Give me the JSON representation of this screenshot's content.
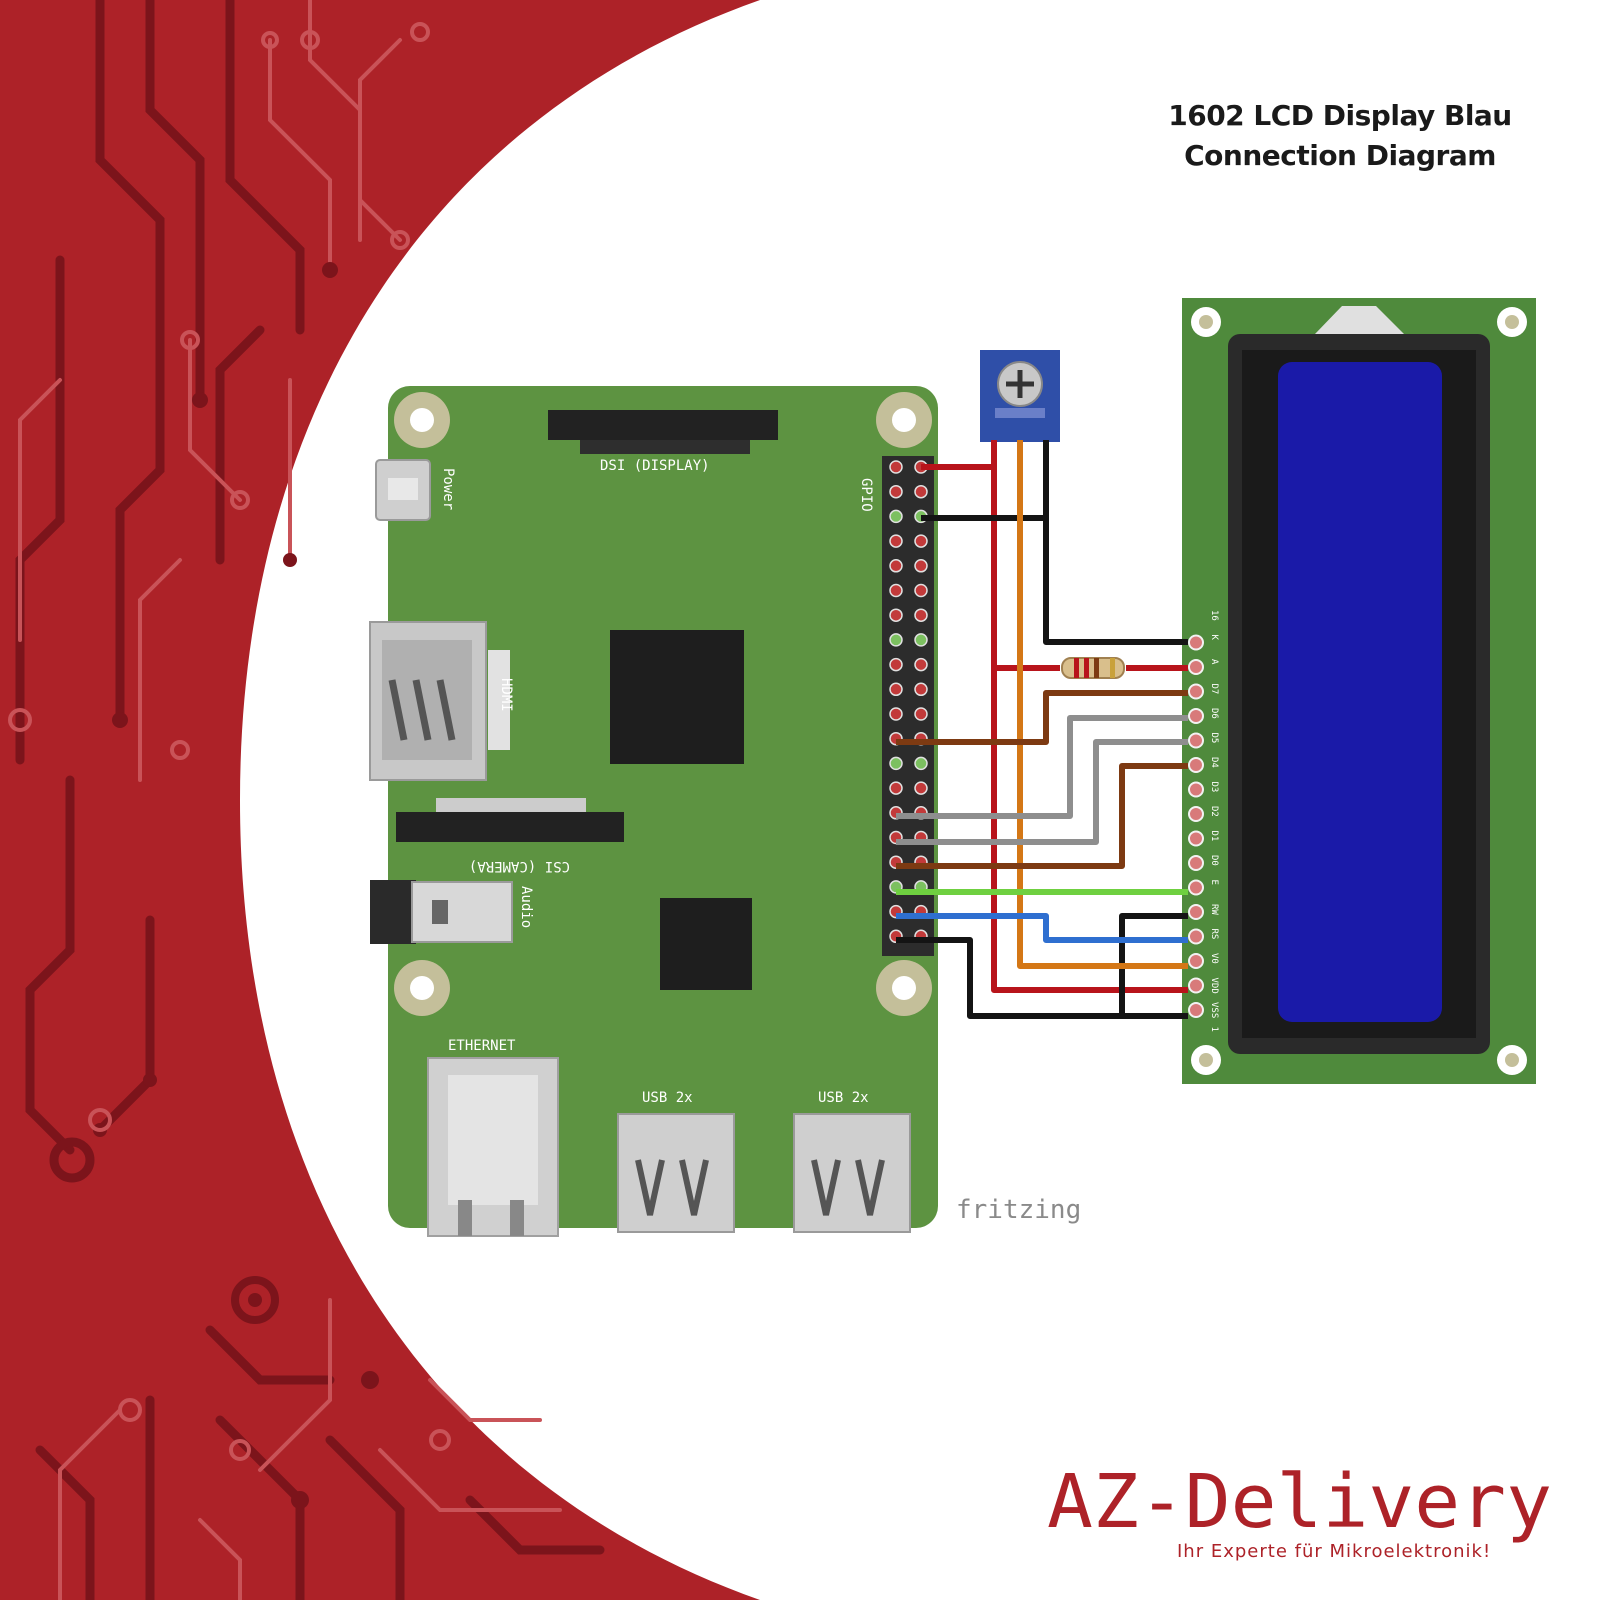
{
  "header": {
    "title_line1": "1602 LCD Display Blau",
    "title_line2": "Connection Diagram"
  },
  "colors": {
    "accent_red": "#ad2228",
    "board_green": "#5d9341",
    "lcd_blue": "#1a1aa8",
    "lcd_pcb": "#4f8a3c"
  },
  "board": {
    "label_dsi": "DSI (DISPLAY)",
    "label_power": "Power",
    "label_gpio": "GPIO",
    "label_hdmi": "HDMI",
    "label_csi": "CSI (CAMERA)",
    "label_audio": "Audio",
    "label_ethernet": "ETHERNET",
    "label_usb_1": "USB 2x",
    "label_usb_2": "USB 2x"
  },
  "lcd": {
    "pins": [
      "16",
      "K",
      "A",
      "D7",
      "D6",
      "D5",
      "D4",
      "D3",
      "D2",
      "D1",
      "D0",
      "E",
      "RW",
      "RS",
      "V0",
      "VDD",
      "VSS",
      "1"
    ]
  },
  "watermark": "fritzing",
  "brand": {
    "logo": "AZ-Delivery",
    "tagline": "Ihr Experte für Mikroelektronik!"
  }
}
